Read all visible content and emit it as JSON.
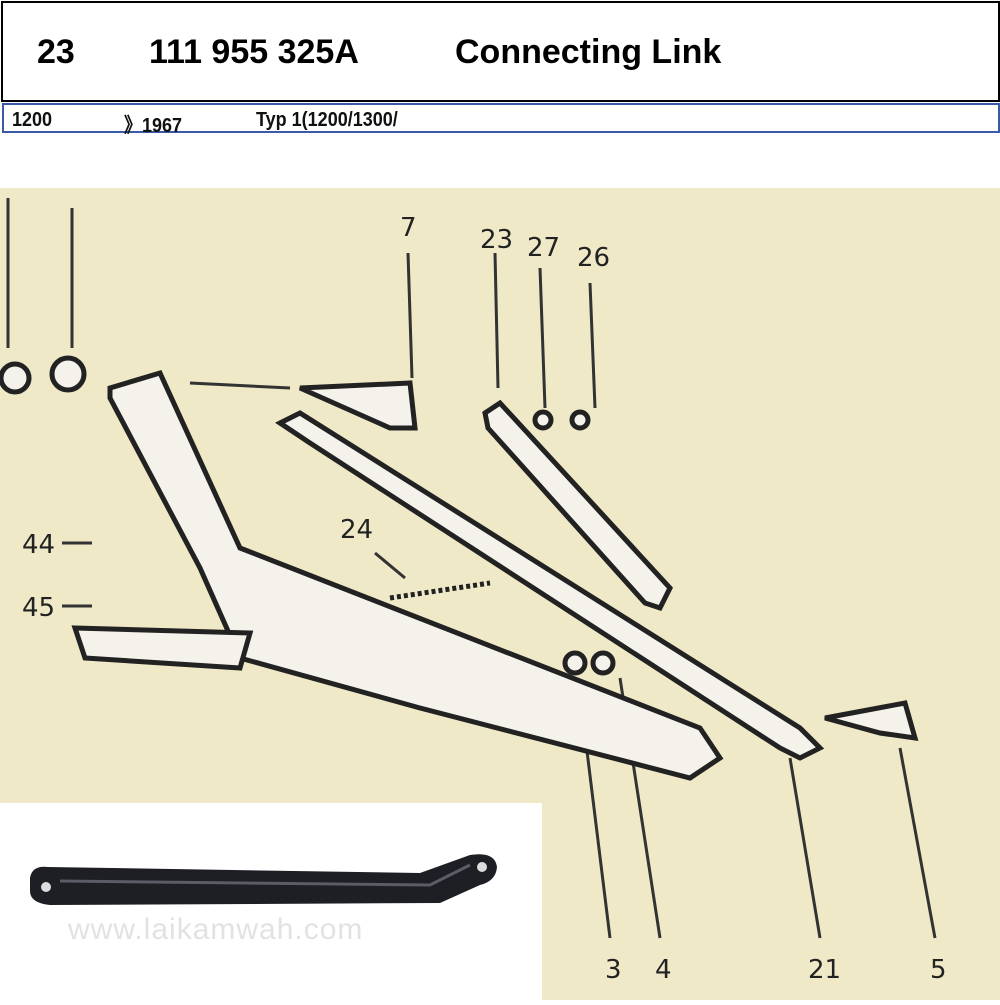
{
  "header": {
    "item_number": "23",
    "part_number": "111 955 325A",
    "part_name": "Connecting Link"
  },
  "subheader": {
    "model": "1200",
    "years": "》1967",
    "type": "Typ 1(1200/1300/"
  },
  "diagram": {
    "callouts": [
      "7",
      "23",
      "27",
      "26",
      "24",
      "44",
      "45",
      "3",
      "4",
      "21",
      "5"
    ],
    "background": "#efe9c8"
  },
  "photo": {
    "watermark": "www.laikamwah.com"
  }
}
